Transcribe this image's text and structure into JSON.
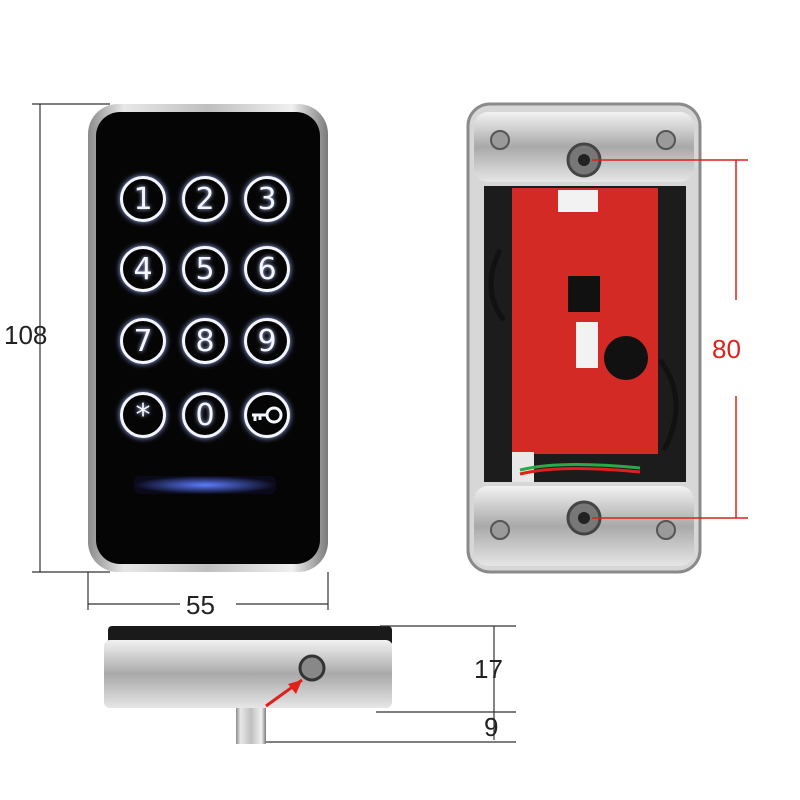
{
  "dimensions": {
    "height": "108",
    "width": "55",
    "screw_spacing": "80",
    "side_depth": "17",
    "bolt_length": "9"
  },
  "keypad": {
    "keys": [
      "1",
      "2",
      "3",
      "4",
      "5",
      "6",
      "7",
      "8",
      "9",
      "*",
      "0",
      "key-icon"
    ]
  },
  "colors": {
    "dimension_accent": "#e0201a",
    "key_glow": "#f4f6ff",
    "indicator_glow": "#3a5cff",
    "pcb": "#d42a25"
  }
}
